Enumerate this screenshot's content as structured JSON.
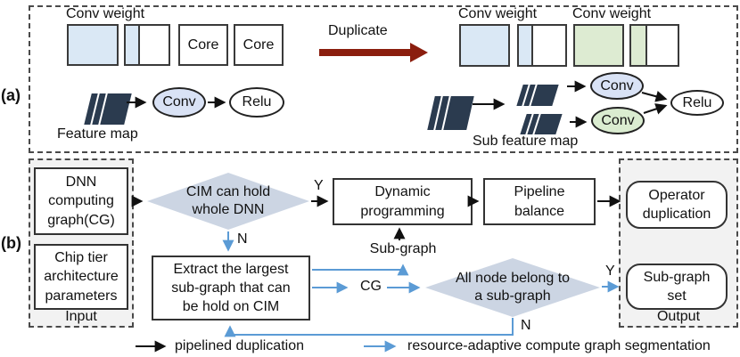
{
  "colors": {
    "light_blue_fill": "#dae8f5",
    "light_green_fill": "#ddebd2",
    "conv_blue_fill": "#d9e2f5",
    "conv_green_fill": "#daecd0",
    "feature_map_navy": "#2b3b4f",
    "diamond_fill": "#ccd5e3",
    "duplicate_arrow_red": "#8b1e0e",
    "segmentation_arrow_blue": "#5b9bd5",
    "group_background": "#f2f2f2"
  },
  "panel_a": {
    "label": "(a)",
    "left": {
      "conv_weight_label": "Conv weight",
      "core_label_1": "Core",
      "core_label_2": "Core",
      "feature_map_label": "Feature map",
      "conv_node": "Conv",
      "relu_node": "Relu"
    },
    "duplicate_label": "Duplicate",
    "right": {
      "conv_weight_label_1": "Conv weight",
      "conv_weight_label_2": "Conv weight",
      "sub_feature_map_label": "Sub feature map",
      "conv_node_blue": "Conv",
      "conv_node_green": "Conv",
      "relu_node": "Relu"
    }
  },
  "panel_b": {
    "label": "(b)",
    "input_group": {
      "label": "Input",
      "box1": "DNN\ncomputing\ngraph(CG)",
      "box2": "Chip tier\narchitecture\nparameters"
    },
    "decision1": {
      "text": "CIM can hold\nwhole DNN",
      "yes": "Y",
      "no": "N"
    },
    "process_dynamic": "Dynamic\nprogramming",
    "process_pipeline": "Pipeline\nbalance",
    "process_extract": "Extract the largest\nsub-graph that can\nbe hold on CIM",
    "subgraph_label": "Sub-graph",
    "cg_label": "CG",
    "decision2": {
      "text": "All node belong to\na sub-graph",
      "yes": "Y",
      "no": "N"
    },
    "output_group": {
      "label": "Output",
      "box1": "Operator\nduplication",
      "box2": "Sub-graph\nset"
    },
    "legend": {
      "black": "pipelined duplication",
      "blue": "resource-adaptive compute graph segmentation"
    }
  }
}
